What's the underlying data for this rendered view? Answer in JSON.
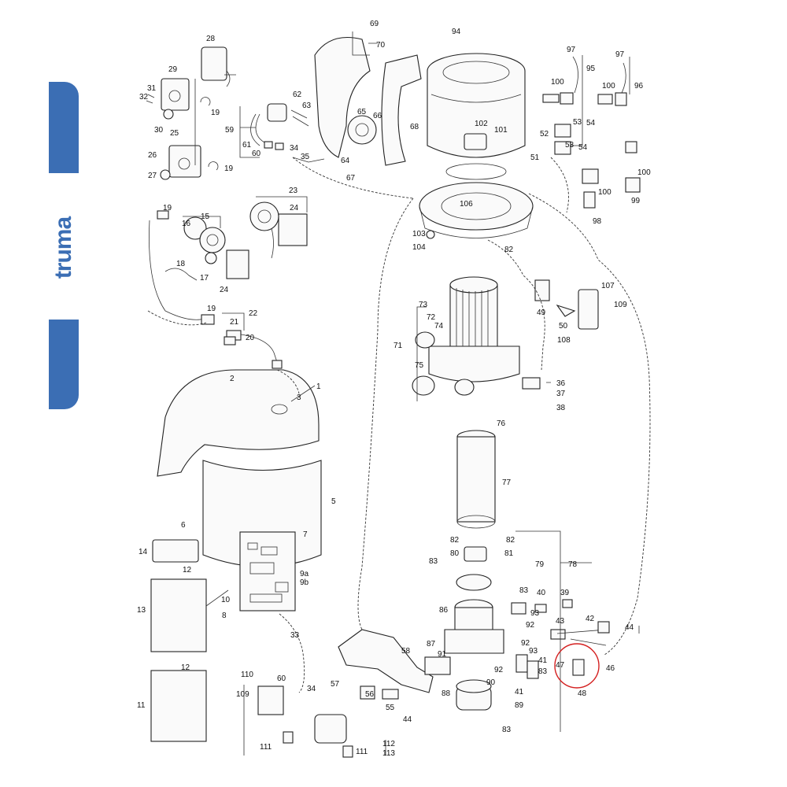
{
  "brand": {
    "name": "truma",
    "color": "#3b6eb4"
  },
  "highlight_color": "#d42020",
  "labels": {
    "l1": "1",
    "l2": "2",
    "l3": "3",
    "l5": "5",
    "l6": "6",
    "l7": "7",
    "l8": "8",
    "l9a": "9a",
    "l9b": "9b",
    "l10": "10",
    "l11": "11",
    "l12a": "12",
    "l12b": "12",
    "l13": "13",
    "l14": "14",
    "l15": "15",
    "l16": "16",
    "l17": "17",
    "l18": "18",
    "l19a": "19",
    "l19b": "19",
    "l19c": "19",
    "l19d": "19",
    "l20": "20",
    "l21": "21",
    "l22": "22",
    "l23": "23",
    "l24a": "24",
    "l24b": "24",
    "l25": "25",
    "l26": "26",
    "l27": "27",
    "l28": "28",
    "l29": "29",
    "l30": "30",
    "l31": "31",
    "l32": "32",
    "l33": "33",
    "l34a": "34",
    "l34b": "34",
    "l35": "35",
    "l36": "36",
    "l37": "37",
    "l38": "38",
    "l39": "39",
    "l40": "40",
    "l41a": "41",
    "l41b": "41",
    "l42": "42",
    "l43": "43",
    "l44a": "44",
    "l44b": "44",
    "l46": "46",
    "l47": "47",
    "l48": "48",
    "l49": "49",
    "l50": "50",
    "l51": "51",
    "l52": "52",
    "l53a": "53",
    "l53b": "53",
    "l54a": "54",
    "l54b": "54",
    "l55": "55",
    "l56": "56",
    "l57": "57",
    "l58": "58",
    "l59": "59",
    "l60a": "60",
    "l60b": "60",
    "l61": "61",
    "l62": "62",
    "l63": "63",
    "l64": "64",
    "l65": "65",
    "l66": "66",
    "l67": "67",
    "l68": "68",
    "l69": "69",
    "l70": "70",
    "l71": "71",
    "l72": "72",
    "l73": "73",
    "l74": "74",
    "l75": "75",
    "l76": "76",
    "l77": "77",
    "l78": "78",
    "l79": "79",
    "l80": "80",
    "l81": "81",
    "l82a": "82",
    "l82b": "82",
    "l82c": "82",
    "l83a": "83",
    "l83b": "83",
    "l83c": "83",
    "l83d": "83",
    "l86": "86",
    "l87": "87",
    "l88": "88",
    "l89": "89",
    "l90": "90",
    "l91": "91",
    "l92a": "92",
    "l92b": "92",
    "l92c": "92",
    "l93a": "93",
    "l93b": "93",
    "l94": "94",
    "l95": "95",
    "l96": "96",
    "l97a": "97",
    "l97b": "97",
    "l98": "98",
    "l99": "99",
    "l100a": "100",
    "l100b": "100",
    "l100c": "100",
    "l100d": "100",
    "l101": "101",
    "l102": "102",
    "l103": "103",
    "l104": "104",
    "l106": "106",
    "l107": "107",
    "l108": "108",
    "l109a": "109",
    "l109b": "109",
    "l110": "110",
    "l111a": "111",
    "l111b": "111",
    "l112": "112",
    "l113": "113"
  }
}
